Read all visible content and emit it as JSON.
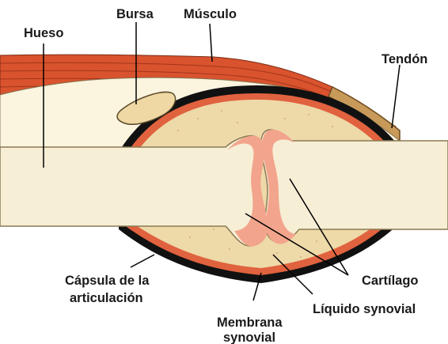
{
  "colors": {
    "bone": "#f7eed6",
    "bone_outline": "#8a7a55",
    "muscle": "#d9532e",
    "muscle_dark": "#a8341a",
    "cartilage": "#f2a58c",
    "cartilage_core": "#e67f6a",
    "capsule": "#111111",
    "membrane": "#e0623e",
    "synovial_fluid": "#eed9a9",
    "bursa": "#efd8a3",
    "label_text": "#1a1a1a"
  },
  "labels": {
    "hueso": "Hueso",
    "bursa": "Bursa",
    "musculo": "Músculo",
    "tendon": "Tendón",
    "capsula_line1": "Cápsula de la",
    "capsula_line2": "articulación",
    "cartilago": "Cartílago",
    "liquido": "Líquido synovial",
    "membrana_line1": "Membrana",
    "membrana_line2": "synovial"
  }
}
